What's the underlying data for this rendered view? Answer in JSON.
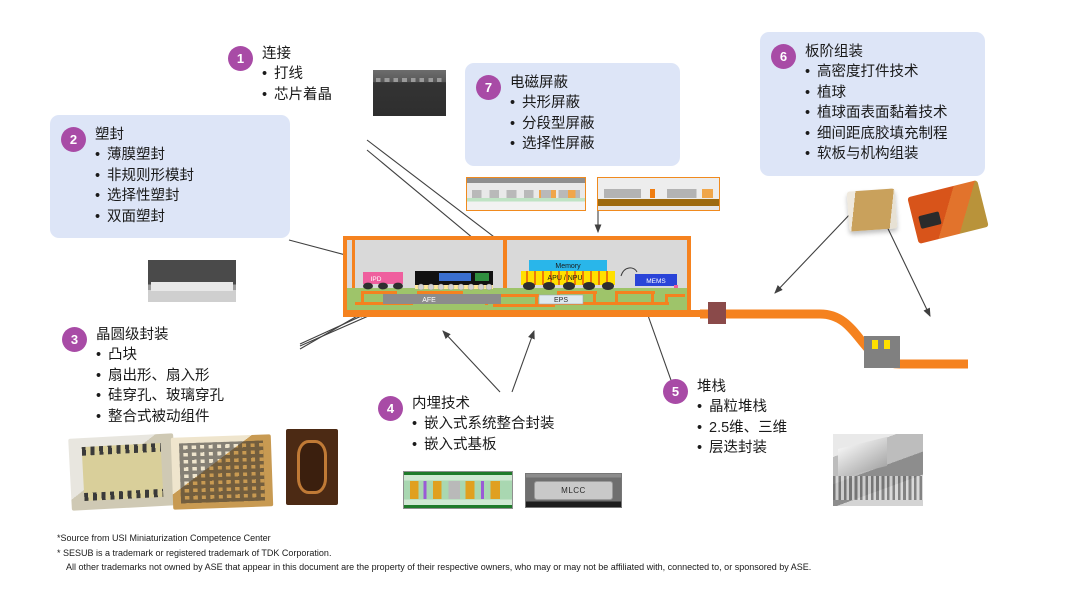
{
  "document": {
    "type": "semiconductor-packaging-technology-diagram",
    "background_color": "#ffffff",
    "accent_color": "#a84ba6",
    "box_color": "#dde5f7",
    "substrate_color": "#f5821f"
  },
  "callouts": [
    {
      "number": "1",
      "title": "连接",
      "boxed": false,
      "items": [
        "打线",
        "芯片着晶"
      ]
    },
    {
      "number": "2",
      "title": "塑封",
      "boxed": true,
      "items": [
        "薄膜塑封",
        "非规则形模封",
        "选择性塑封",
        "双面塑封"
      ]
    },
    {
      "number": "3",
      "title": "晶圆级封装",
      "boxed": false,
      "items": [
        "凸块",
        "扇出形、扇入形",
        "硅穿孔、玻璃穿孔",
        "整合式被动组件"
      ]
    },
    {
      "number": "4",
      "title": "内埋技术",
      "boxed": false,
      "items": [
        "嵌入式系统整合封装",
        "嵌入式基板"
      ]
    },
    {
      "number": "5",
      "title": "堆栈",
      "boxed": false,
      "items": [
        "晶粒堆栈",
        "2.5维、三维",
        "层迭封装"
      ]
    },
    {
      "number": "6",
      "title": "板阶组装",
      "boxed": true,
      "items": [
        "高密度打件技术",
        "植球",
        "植球面表面黏着技术",
        "细间距底胶填充制程",
        "软板与机构组装"
      ]
    },
    {
      "number": "7",
      "title": "电磁屏蔽",
      "boxed": true,
      "items": [
        "共形屏蔽",
        "分段型屏蔽",
        "选择性屏蔽"
      ]
    }
  ],
  "cross_section": {
    "blocks": [
      {
        "id": "ipd",
        "label": "IPD",
        "color": "#ef5f9e"
      },
      {
        "id": "memory",
        "label": "Memory",
        "color": "#29b6ea"
      },
      {
        "id": "apu-npu",
        "label": "APU / NPU",
        "color": "#ffe000"
      },
      {
        "id": "mems",
        "label": "MEMS",
        "color": "#2a44d8"
      },
      {
        "id": "afe",
        "label": "AFE",
        "color": "#8c8c8c"
      },
      {
        "id": "eps",
        "label": "EPS",
        "color": "#dfe9ef"
      }
    ],
    "substrate_label": "",
    "shield_color": "#f5821f",
    "core_color": "#9ec46a",
    "mold_color": "#d9d9d9"
  },
  "photos": [
    {
      "id": "wirebond-photo",
      "name": "wire-bond-package-photo"
    },
    {
      "id": "film-mold-photo",
      "name": "film-molded-package-photo"
    },
    {
      "id": "shield-a-photo",
      "name": "conformal-shield-cross-section-photo"
    },
    {
      "id": "shield-b-photo",
      "name": "compartment-shield-cross-section-photo"
    },
    {
      "id": "ipd-photo",
      "name": "integrated-passive-device-photo"
    },
    {
      "id": "fanout-photo",
      "name": "fan-out-package-photo"
    },
    {
      "id": "tgv-photo",
      "name": "through-glass-via-photo"
    },
    {
      "id": "embedded-photo",
      "name": "embedded-substrate-cross-section-photo"
    },
    {
      "id": "mlcc-photo",
      "name": "mlcc-component-photo",
      "label": "MLCC"
    },
    {
      "id": "cap-photo",
      "name": "multilayer-capacitor-photo"
    },
    {
      "id": "flex-photo",
      "name": "flexible-pcb-module-photo"
    },
    {
      "id": "stack-photo",
      "name": "die-stack-cross-section-photo"
    }
  ],
  "footnotes": [
    "*Source from USI Miniaturization Competence Center",
    "* SESUB is a trademark or registered trademark of TDK Corporation.",
    "All other trademarks not owned by ASE that appear in this document are the property of their respective owners, who may or may not be affiliated with, connected to, or sponsored by ASE."
  ]
}
